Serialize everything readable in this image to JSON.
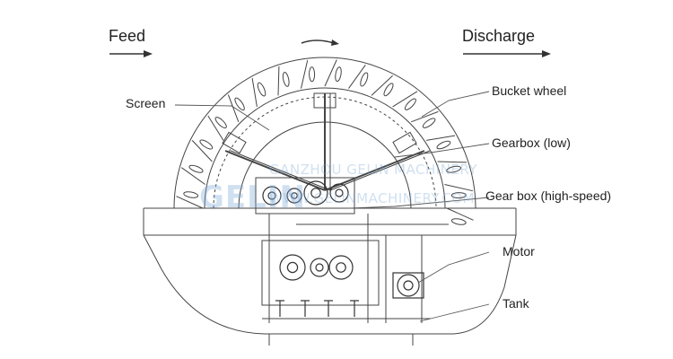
{
  "labels": {
    "feed": "Feed",
    "discharge": "Discharge",
    "screen": "Screen",
    "bucket_wheel": "Bucket wheel",
    "gearbox_low": "Gearbox (low)",
    "gearbox_high": "Gear box (high-speed)",
    "motor": "Motor",
    "tank": "Tank"
  },
  "watermark": {
    "line1": "GANZHOU GELIN MACHINERY",
    "line2": "WWW.GELINMACHINERY.COM",
    "logo": "GELIN",
    "color": "#7aa7d6"
  },
  "colors": {
    "line": "#333333",
    "text": "#222222"
  }
}
